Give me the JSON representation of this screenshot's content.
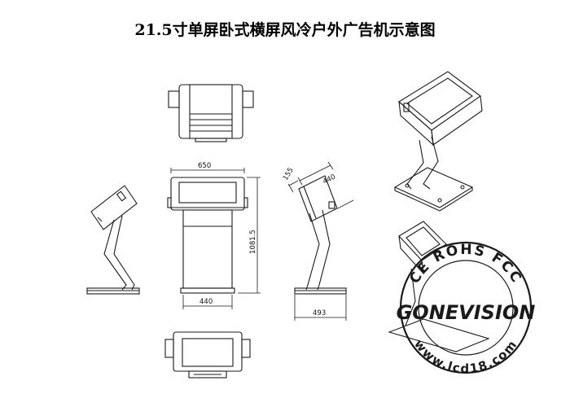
{
  "title": "21.5寸单屏卧式横屏风冷户外广告机示意图",
  "dimensions": {
    "front_width": "650",
    "base_width": "440",
    "total_height": "1081.5",
    "side_depth": "440",
    "side_top": "155",
    "base_depth": "493"
  },
  "watermark": {
    "certs": "CE ROHS FCC",
    "brand": "GONEVISION",
    "website": "www.lcd18.com"
  }
}
